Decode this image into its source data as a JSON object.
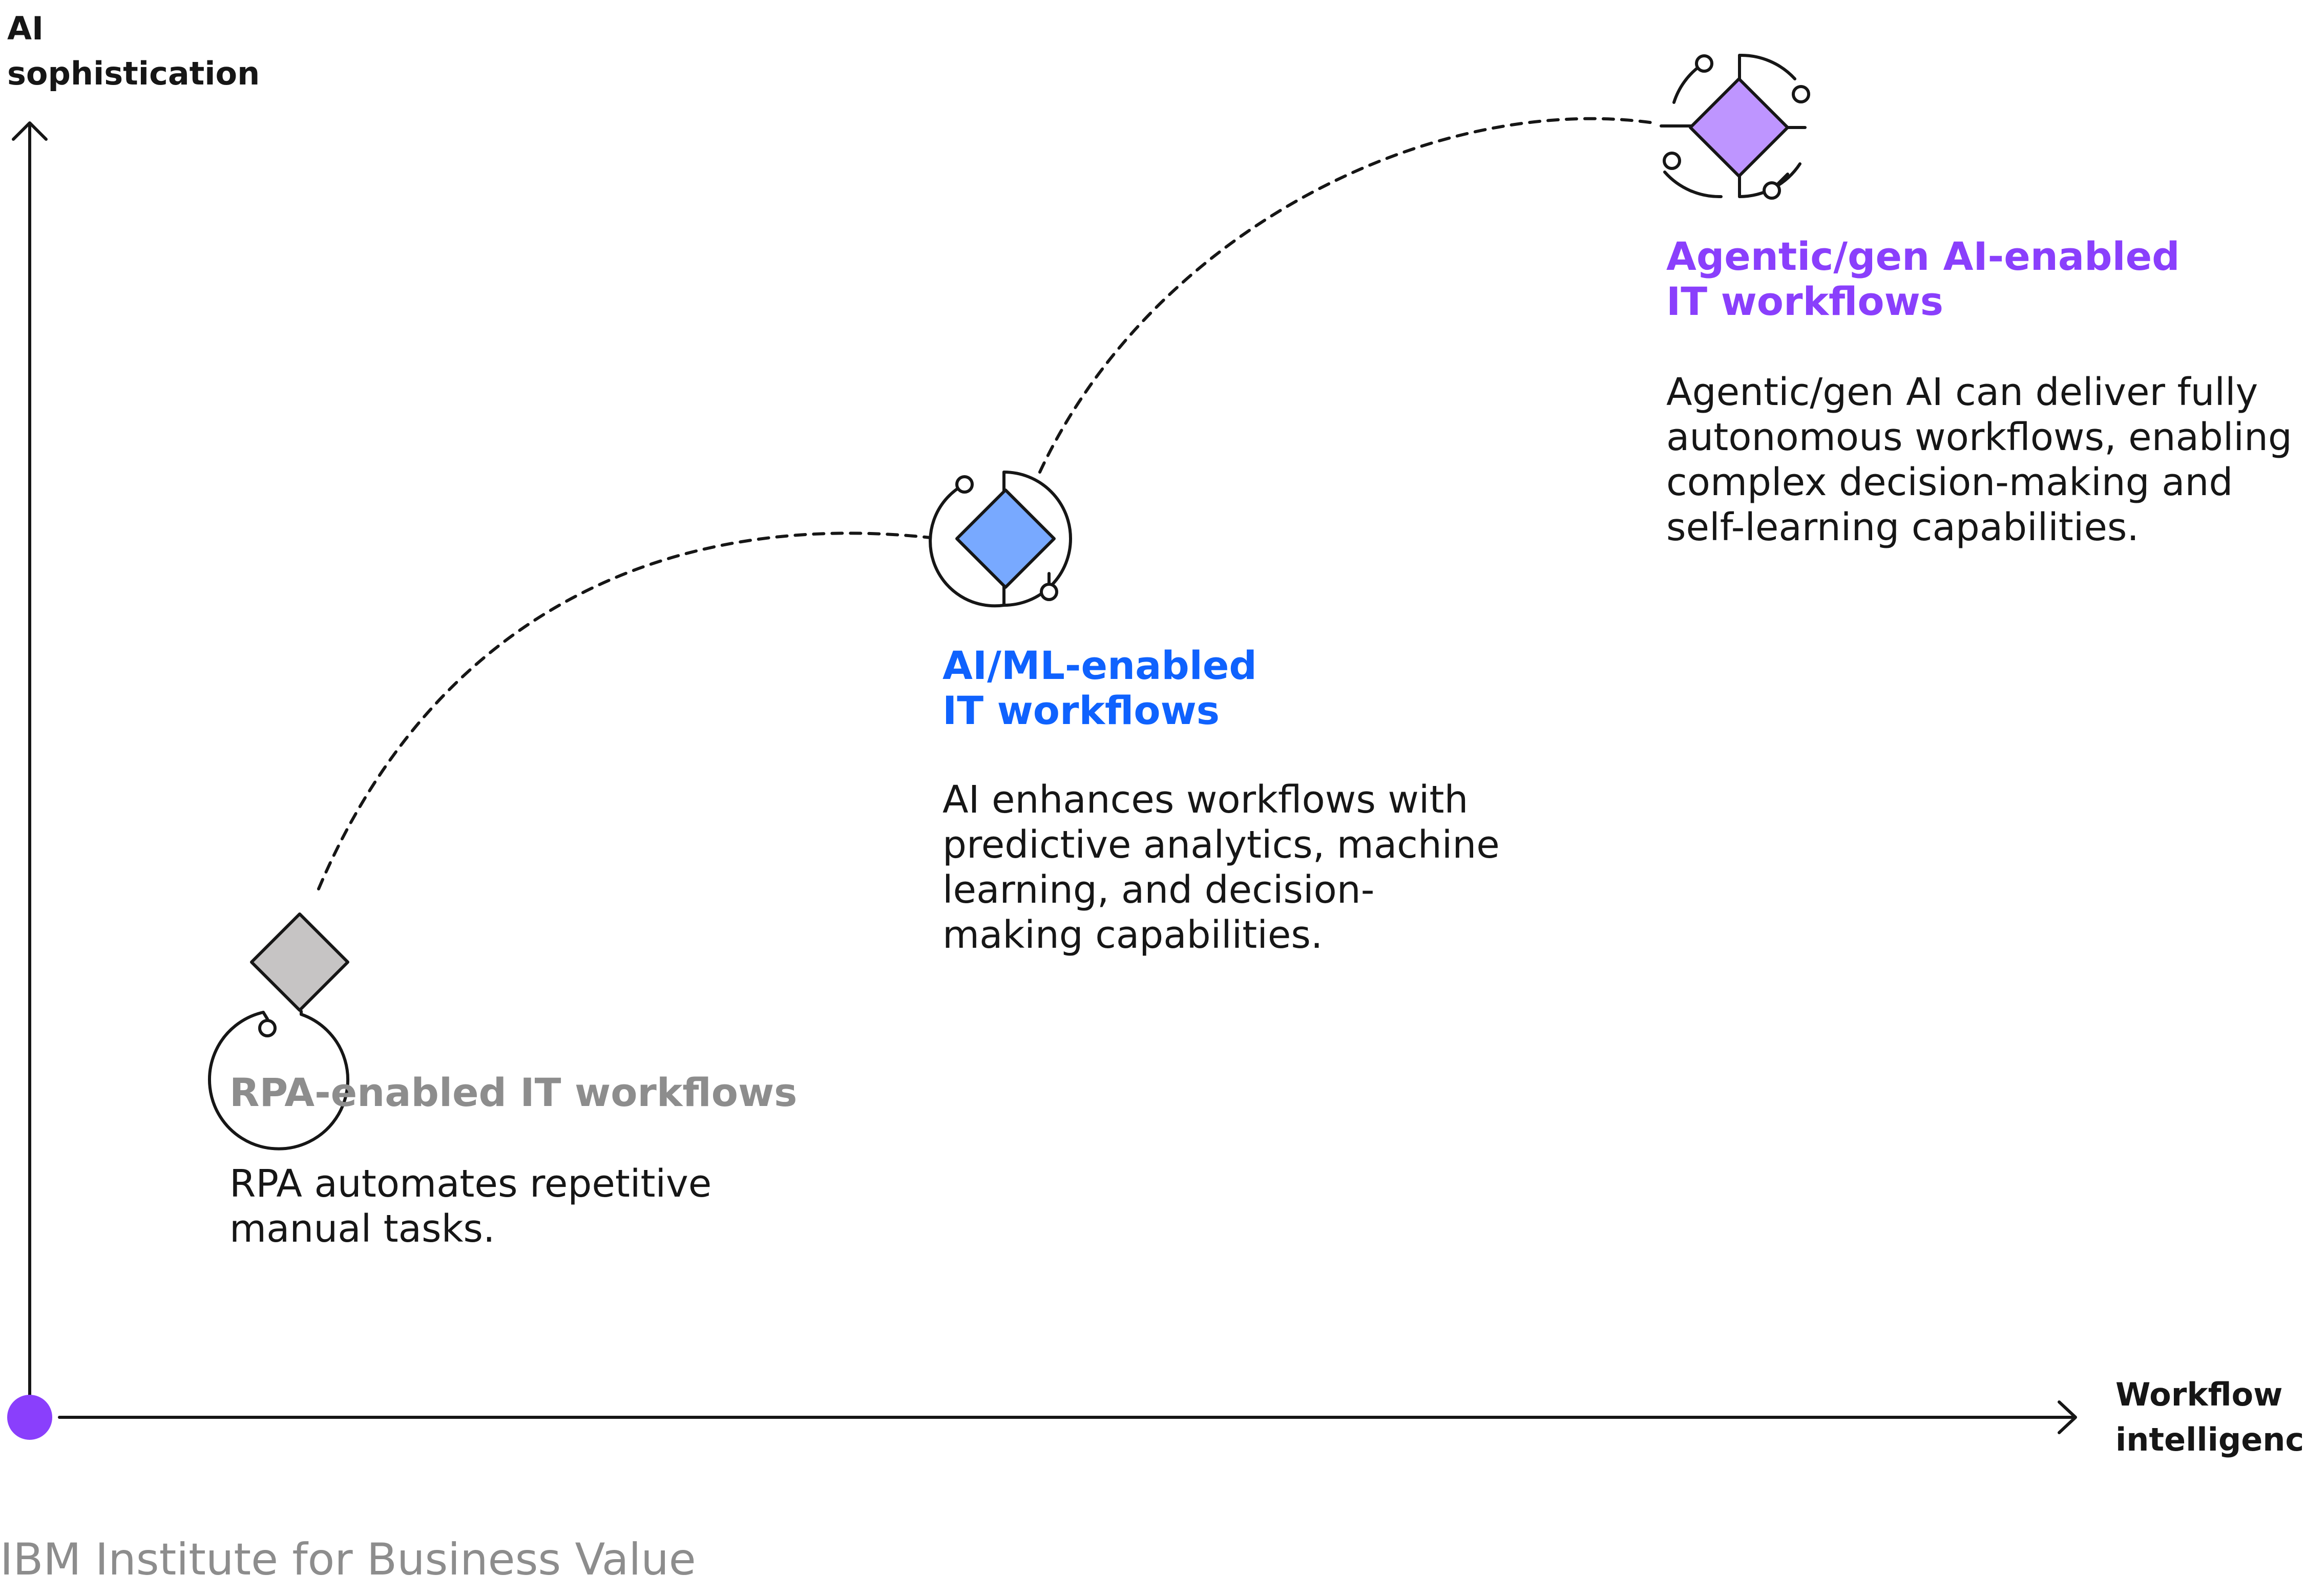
{
  "axes": {
    "y_label": "AI\nsophistication",
    "x_label": "Workflow\nintelligence"
  },
  "colors": {
    "line": "#161616",
    "origin_dot": "#8a3ffc",
    "rpa_heading": "#8d8d8d",
    "rpa_fill": "#c6c4c4",
    "aiml_heading": "#0f62fe",
    "aiml_fill": "#78a9ff",
    "agentic_heading": "#8a3ffc",
    "agentic_fill": "#be95ff",
    "footer_text": "#8d8d8d"
  },
  "stages": [
    {
      "id": "rpa",
      "icon": "diamond-ring-icon",
      "heading": "RPA-enabled IT workflows",
      "description": "RPA automates repetitive\nmanual tasks."
    },
    {
      "id": "aiml",
      "icon": "diamond-ring-icon",
      "heading": "AI/ML-enabled\nIT workflows",
      "description": "AI enhances workflows with\npredictive analytics, machine\nlearning, and decision-\nmaking capabilities."
    },
    {
      "id": "agentic",
      "icon": "diamond-ring-icon",
      "heading": "Agentic/gen AI-enabled\nIT workflows",
      "description": "Agentic/gen AI can deliver fully\nautonomous workflows, enabling\ncomplex decision-making and\nself-learning capabilities."
    }
  ],
  "footer": {
    "source": "IBM Institute for Business Value"
  }
}
